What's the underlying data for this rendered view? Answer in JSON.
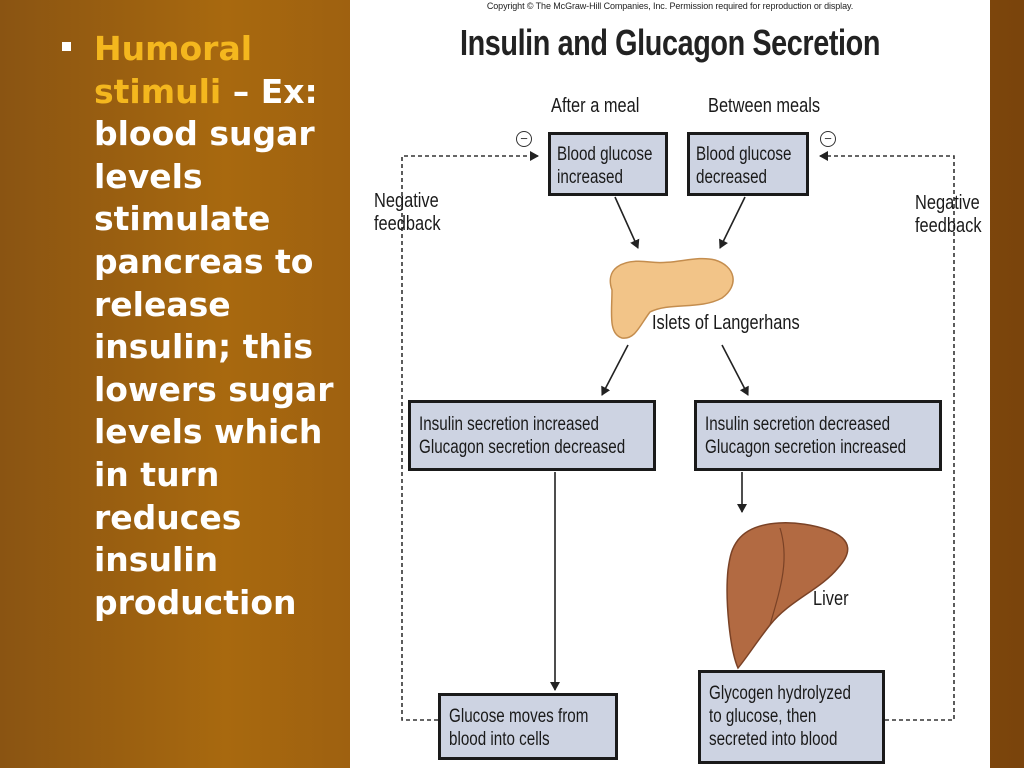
{
  "slide": {
    "bullet_heading": "Humoral stimuli",
    "bullet_dash": " – ",
    "bullet_body": "Ex: blood sugar levels stimulate pancreas to release insulin; this lowers sugar levels which in turn reduces insulin production"
  },
  "figure": {
    "copyright": "Copyright © The McGraw-Hill Companies, Inc. Permission required for reproduction or display.",
    "title": "Insulin and Glucagon Secretion",
    "after_meal": "After a meal",
    "between_meals": "Between meals",
    "box_glucose_inc": [
      "Blood glucose",
      "increased"
    ],
    "box_glucose_dec": [
      "Blood glucose",
      "decreased"
    ],
    "neg_feedback_left": [
      "Negative",
      "feedback"
    ],
    "neg_feedback_right": [
      "Negative",
      "feedback"
    ],
    "minus_symbol": "−",
    "islets": "Islets of Langerhans",
    "box_insulin_inc": [
      "Insulin secretion increased",
      "Glucagon secretion decreased"
    ],
    "box_insulin_dec": [
      "Insulin secretion decreased",
      "Glucagon secretion increased"
    ],
    "liver": "Liver",
    "box_cells": [
      "Glucose moves from",
      "blood into cells"
    ],
    "box_glycogen": [
      "Glycogen hydrolyzed",
      "to glucose, then",
      "secreted into blood"
    ],
    "colors": {
      "box_fill": "#cdd3e2",
      "pancreas": "#f2c488",
      "liver": "#b26a42"
    }
  }
}
